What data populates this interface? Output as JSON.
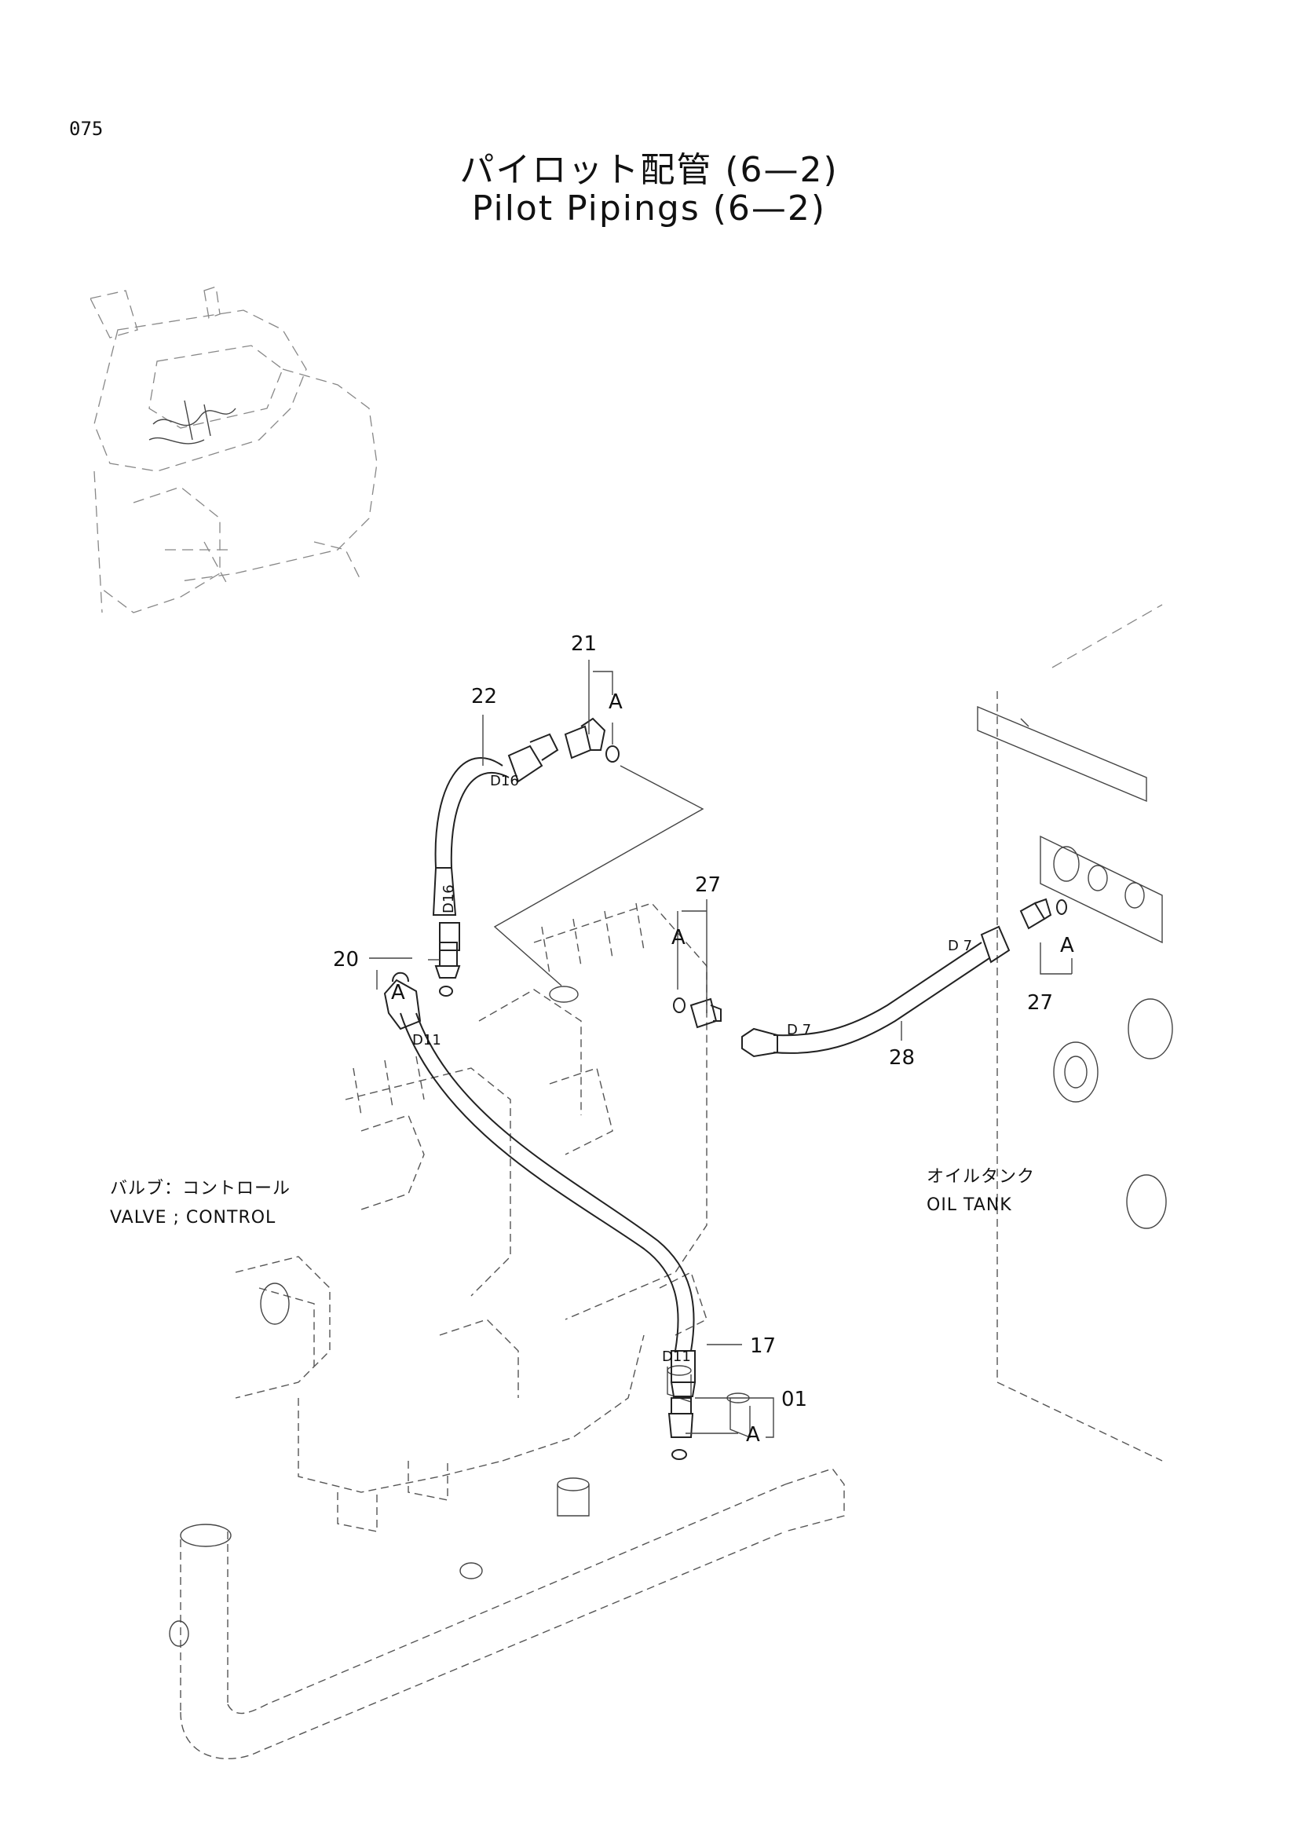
{
  "page_number": "075",
  "title_jp": "パイロット配管 (6—2)",
  "title_en": "Pilot Pipings (6—2)",
  "callouts": {
    "p21": "21",
    "p22": "22",
    "p20": "20",
    "p27_top": "27",
    "p27_right": "27",
    "p28": "28",
    "p17": "17",
    "p01": "01",
    "a1": "A",
    "a2": "A",
    "a3": "A",
    "a4": "A",
    "a5": "A"
  },
  "hose_marks": {
    "d16_top": "D16",
    "d16_bottom": "D16",
    "d11_top": "D11",
    "d11_bottom": "D11",
    "d7_left": "D 7",
    "d7_right": "D 7"
  },
  "notes": {
    "valve_jp": "バルブ：コントロール",
    "valve_en": "VALVE ; CONTROL",
    "tank_jp": "オイルタンク",
    "tank_en": "OIL  TANK"
  }
}
